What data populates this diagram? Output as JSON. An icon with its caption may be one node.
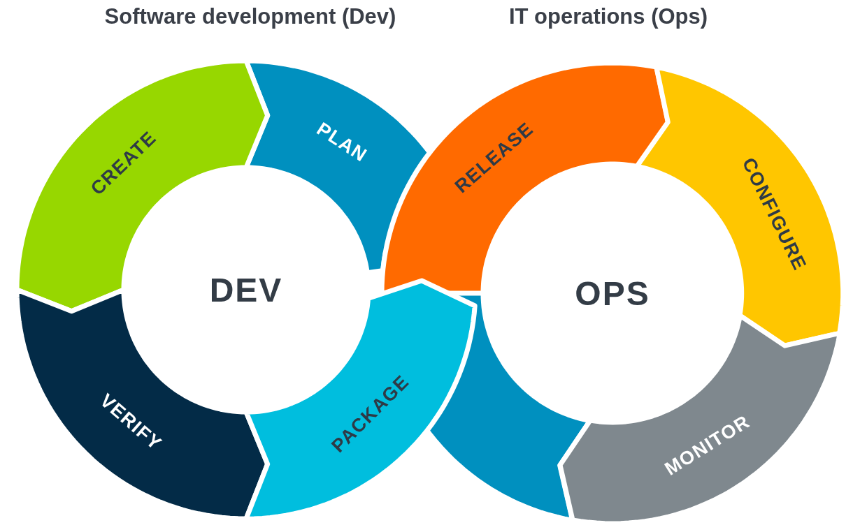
{
  "diagram": {
    "nodes": [
      {
        "text": [
          "CREATE"
        ]
      },
      {
        "text": [
          "PLAN"
        ]
      },
      {
        "text": [
          "RELEASE"
        ]
      },
      {
        "text": [
          "CONFIGURE"
        ]
      },
      {
        "text": [
          "DEV"
        ]
      },
      {
        "text": [
          "OPS"
        ]
      },
      {
        "text": [
          "VERIFY"
        ]
      },
      {
        "text": [
          "PACKAGE"
        ]
      },
      {
        "text": [],
        "shape": "arc"
      },
      {
        "text": [
          "MONITOR"
        ]
      }
    ],
    "labels": [
      "Software development (Dev)",
      "IT operations (Ops)"
    ]
  }
}
